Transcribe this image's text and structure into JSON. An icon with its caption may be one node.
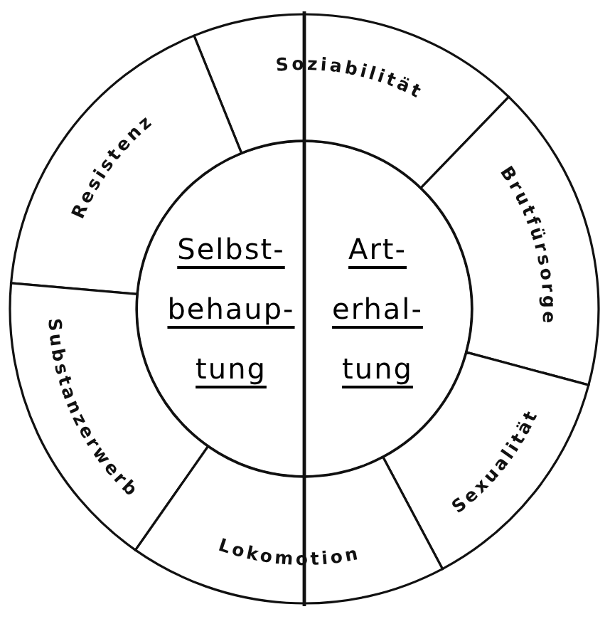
{
  "diagram": {
    "nodes": [
      {
        "text": [
          "Soziabilität"
        ]
      },
      {
        "text": [
          "Resistenz"
        ]
      },
      {
        "text": [
          "Brutfürsorge"
        ]
      },
      {
        "text": [
          "Selbst- behaup- tung"
        ]
      },
      {
        "text": [
          "Art- erhal- tung"
        ]
      },
      {
        "text": [
          "Substanzerwerb"
        ]
      },
      {
        "text": [
          "Sexualität"
        ]
      },
      {
        "text": [
          "Lokomotion"
        ]
      }
    ]
  }
}
